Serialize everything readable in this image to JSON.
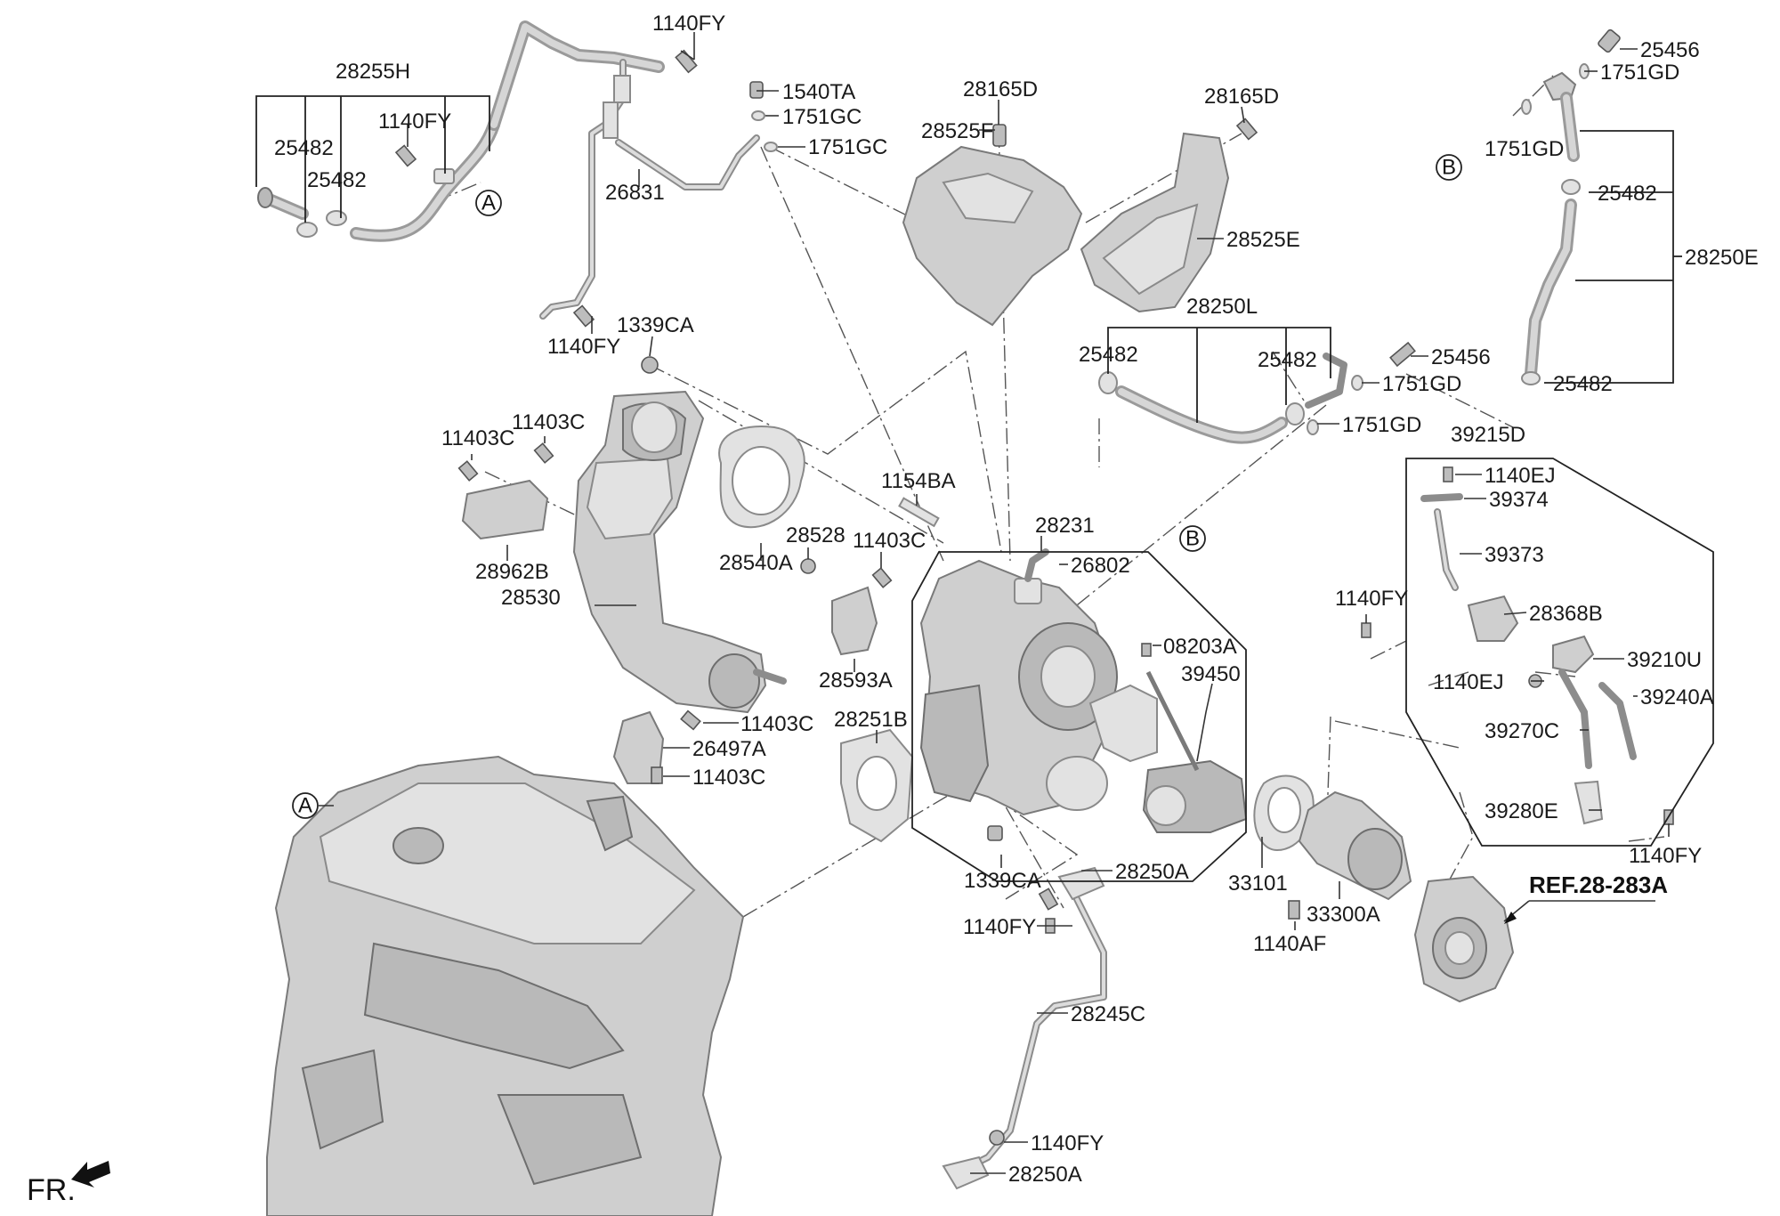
{
  "diagram": {
    "labels": [
      {
        "id": "l1140fy_a",
        "text": "1140FY"
      },
      {
        "id": "l28255h",
        "text": "28255H"
      },
      {
        "id": "l1140fy_b",
        "text": "1140FY"
      },
      {
        "id": "l25482_a",
        "text": "25482"
      },
      {
        "id": "l25482_b",
        "text": "25482"
      },
      {
        "id": "l1540ta",
        "text": "1540TA"
      },
      {
        "id": "l1751gc_a",
        "text": "1751GC"
      },
      {
        "id": "l1751gc_b",
        "text": "1751GC"
      },
      {
        "id": "l26831",
        "text": "26831"
      },
      {
        "id": "l1140fy_c",
        "text": "1140FY"
      },
      {
        "id": "l1339ca_a",
        "text": "1339CA"
      },
      {
        "id": "l11403c_a",
        "text": "11403C"
      },
      {
        "id": "l11403c_b",
        "text": "11403C"
      },
      {
        "id": "l28962b",
        "text": "28962B"
      },
      {
        "id": "l28530",
        "text": "28530"
      },
      {
        "id": "l28540a",
        "text": "28540A"
      },
      {
        "id": "l1154ba",
        "text": "1154BA"
      },
      {
        "id": "l28528",
        "text": "28528"
      },
      {
        "id": "l11403c_c",
        "text": "11403C"
      },
      {
        "id": "l28593a",
        "text": "28593A"
      },
      {
        "id": "l11403c_d",
        "text": "11403C"
      },
      {
        "id": "l26497a",
        "text": "26497A"
      },
      {
        "id": "l11403c_e",
        "text": "11403C"
      },
      {
        "id": "l28251b",
        "text": "28251B"
      },
      {
        "id": "l28165d_a",
        "text": "28165D"
      },
      {
        "id": "l28525f",
        "text": "28525F"
      },
      {
        "id": "l28165d_b",
        "text": "28165D"
      },
      {
        "id": "l28525e",
        "text": "28525E"
      },
      {
        "id": "l28250l",
        "text": "28250L"
      },
      {
        "id": "l25482_c",
        "text": "25482"
      },
      {
        "id": "l25482_d",
        "text": "25482"
      },
      {
        "id": "l25456_a",
        "text": "25456"
      },
      {
        "id": "l1751gd_a",
        "text": "1751GD"
      },
      {
        "id": "l1751gd_b",
        "text": "1751GD"
      },
      {
        "id": "l28231",
        "text": "28231"
      },
      {
        "id": "l26802",
        "text": "26802"
      },
      {
        "id": "l08203a",
        "text": "08203A"
      },
      {
        "id": "l39450",
        "text": "39450"
      },
      {
        "id": "l1339ca_b",
        "text": "1339CA"
      },
      {
        "id": "l28250a_a",
        "text": "28250A"
      },
      {
        "id": "l1140fy_d",
        "text": "1140FY"
      },
      {
        "id": "l28245c",
        "text": "28245C"
      },
      {
        "id": "l1140fy_e",
        "text": "1140FY"
      },
      {
        "id": "l28250a_b",
        "text": "28250A"
      },
      {
        "id": "l25456_b",
        "text": "25456"
      },
      {
        "id": "l1751gd_c",
        "text": "1751GD"
      },
      {
        "id": "l1751gd_d",
        "text": "1751GD"
      },
      {
        "id": "l25482_e",
        "text": "25482"
      },
      {
        "id": "l28250e",
        "text": "28250E"
      },
      {
        "id": "l25482_f",
        "text": "25482"
      },
      {
        "id": "l39215d",
        "text": "39215D"
      },
      {
        "id": "l1140ej_a",
        "text": "1140EJ"
      },
      {
        "id": "l39374",
        "text": "39374"
      },
      {
        "id": "l39373",
        "text": "39373"
      },
      {
        "id": "l1140fy_f",
        "text": "1140FY"
      },
      {
        "id": "l28368b",
        "text": "28368B"
      },
      {
        "id": "l1140ej_b",
        "text": "1140EJ"
      },
      {
        "id": "l39210u",
        "text": "39210U"
      },
      {
        "id": "l39240a",
        "text": "39240A"
      },
      {
        "id": "l39270c",
        "text": "39270C"
      },
      {
        "id": "l39280e",
        "text": "39280E"
      },
      {
        "id": "l1140fy_g",
        "text": "1140FY"
      },
      {
        "id": "l33101",
        "text": "33101"
      },
      {
        "id": "l33300a",
        "text": "33300A"
      },
      {
        "id": "l1140af",
        "text": "1140AF"
      }
    ],
    "circle_markers": [
      {
        "id": "c_a1",
        "text": "A"
      },
      {
        "id": "c_a2",
        "text": "A"
      },
      {
        "id": "c_b1",
        "text": "B"
      },
      {
        "id": "c_b2",
        "text": "B"
      }
    ],
    "reference_label": "REF.28-283A",
    "front_indicator": "FR."
  }
}
